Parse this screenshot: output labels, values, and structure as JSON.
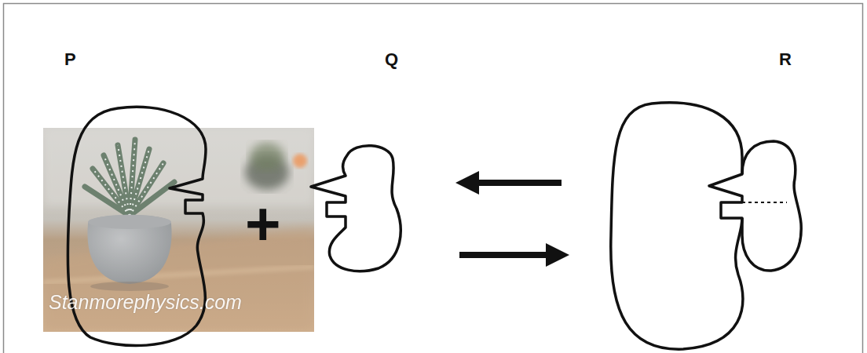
{
  "diagram": {
    "nodes": [
      {
        "text": [
          "P"
        ]
      },
      {
        "text": [
          "Q"
        ]
      },
      {
        "text": [
          "R"
        ]
      }
    ],
    "edges": [
      {
        "from": 1,
        "to": 2,
        "arrow": "to"
      },
      {
        "from": 2,
        "to": 1,
        "arrow": "to"
      }
    ],
    "labels": [
      "+",
      "Stanmorephysics.com"
    ]
  }
}
